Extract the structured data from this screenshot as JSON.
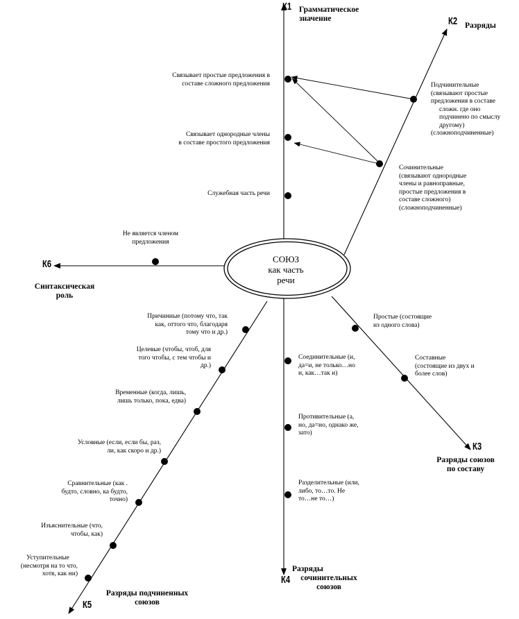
{
  "center": {
    "line1": "СОЮЗ",
    "line2": "как часть",
    "line3": "речи"
  },
  "axes": {
    "k1": {
      "id": "К1",
      "title1": "Грамматическое",
      "title2": "значение"
    },
    "k2": {
      "id": "К2",
      "title1": "Разряды"
    },
    "k3": {
      "id": "К3",
      "title1": "Разряды союзов",
      "title2": "по составу"
    },
    "k4": {
      "id": "К4",
      "title1": "Разряды",
      "title2": "сочинительных",
      "title3": "союзов"
    },
    "k5": {
      "id": "К5",
      "title1": "Разряды подчиненных",
      "title2": "союзов"
    },
    "k6": {
      "id": "К6",
      "title1": "Синтаксическая",
      "title2": "роль"
    }
  },
  "k1_items": [
    [
      "Связывает простые предложения в",
      "составе сложного предложения"
    ],
    [
      "Связывает однородные члены",
      "в составе простого предложения"
    ],
    [
      "Служебная часть речи"
    ]
  ],
  "k2_items": [
    [
      "Подчинительные",
      "(связывают простые",
      "предложения в составе",
      "сложн. где оно",
      "подчинено по смыслу",
      "другому)",
      "(сложноподчиненные)"
    ],
    [
      "Сочинительные",
      "(связывают однородные",
      "члены и равноправные,",
      "простые предложения  в",
      "составе сложного)",
      "(сложноподчиненные)"
    ]
  ],
  "k3_items": [
    [
      "Простые (состоящие",
      "из одного слова)"
    ],
    [
      "Составные",
      "(состоящие из двух и",
      "более слов)"
    ]
  ],
  "k4_items": [
    [
      "Соединительные (и,",
      "да=и, не только…но",
      "и, как…так и)"
    ],
    [
      "Противительные (а,",
      "но, да=но, однако же,",
      "зато)"
    ],
    [
      "Разделительные (или,",
      "либо, то…то. Не",
      "то…не то…)"
    ]
  ],
  "k5_items": [
    [
      "Причинные (потому что, так",
      "как, оттого что, благодаря",
      "тому что и др.)"
    ],
    [
      "Целевые (чтобы, чтоб, для",
      "того чтобы, с тем чтобы и",
      "др.)"
    ],
    [
      "Временные (когда, лишь,",
      "лишь только, пока, едва)"
    ],
    [
      "Условные (если, если бы, раз,",
      "ли, как скоро и др.)"
    ],
    [
      "Сравнительные (как .",
      "будто, словно, ка будто,",
      "точно)"
    ],
    [
      "Изъяснительные (что,",
      "чтобы, как)"
    ],
    [
      "Уступительные",
      "(несмотря на  то что,",
      "хотя, как ни)"
    ]
  ],
  "k6_items": [
    [
      "Не является членом",
      "предложения"
    ]
  ]
}
